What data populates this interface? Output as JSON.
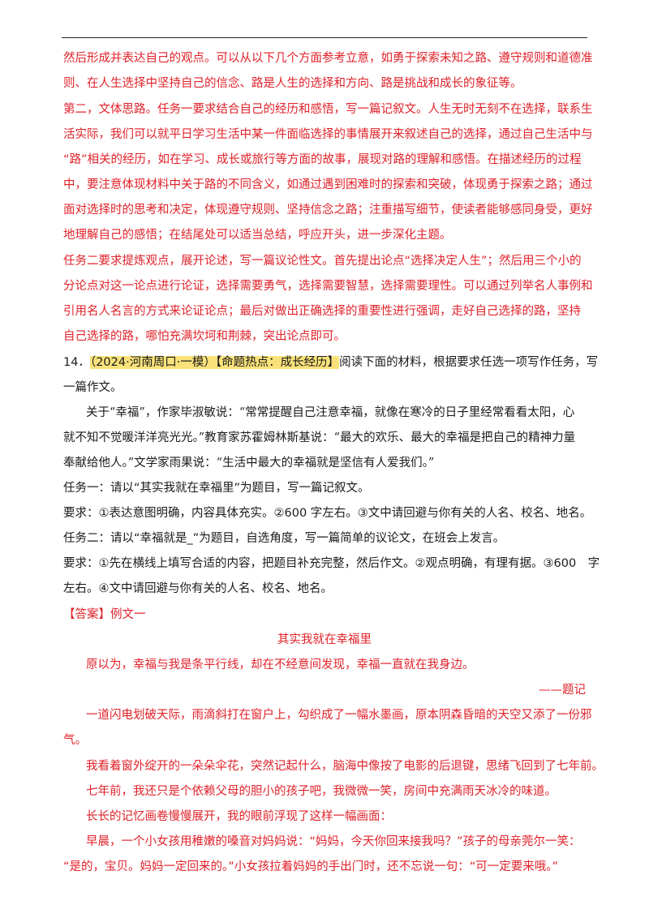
{
  "lines_top": [
    {
      "text": "然后形成并表达自己的观点。可以从以下几个方面参考立意，如勇于探索未知之路、遵守规则和道德准"
    },
    {
      "text": "则、在人生选择中坚持自己的信念、路是人生的选择和方向、路是挑战和成长的象征等。"
    },
    {
      "text": "第二，文体思路。任务一要求结合自己的经历和感悟，写一篇记叙文。人生无时无刻不在选择，联系生"
    },
    {
      "text": "活实际，我们可以就平日学习生活中某一件面临选择的事情展开来叙述自己的选择，通过自己生活中与"
    },
    {
      "text": "“路”相关的经历，如在学习、成长或旅行等方面的故事，展现对路的理解和感悟。在描述经历的过程"
    },
    {
      "text": "中，要注意体现材料中关于路的不同含义，如通过遇到困难时的探索和突破，体现勇于探索之路；通过"
    },
    {
      "text": "面对选择时的思考和决定，体现遵守规则、坚持信念之路；注重描写细节，使读者能够感同身受，更好"
    },
    {
      "text": "地理解自己的感悟；在结尾处可以适当总结，呼应开头，进一步深化主题。"
    },
    {
      "text": "任务二要求提炼观点，展开论述，写一篇议论性文。首先提出论点“选择决定人生”；然后用三个小的"
    },
    {
      "text": "分论点对这一论点进行论证，选择需要勇气，选择需要智慧，选择需要理性。可以通过列举名人事例和"
    },
    {
      "text": "引用名人名言的方式来论证论点；最后对做出正确选择的重要性进行强调，走好自己选择的路，坚持"
    },
    {
      "text": "自己选择的路，哪怕充满坎坷和荆棘，突出论点即可。"
    }
  ],
  "question": {
    "number": "14．",
    "source": "（2024·河南周口·一模）",
    "tag": "【命题热点：成长经历】",
    "prompt_a": "阅读下面的材料，根据要求任选一项写作任务，写",
    "prompt_b": "一篇作文。"
  },
  "material": [
    "关于“幸福”，作家毕淑敏说：“常常提醒自己注意幸福，就像在寒冷的日子里经常看看太阳，心",
    "就不知不觉暖洋洋亮光光。”教育家苏霍姆林斯基说：“最大的欢乐、最大的幸福是把自己的精神力量",
    "奉献给他人。”文学家雨果说：“生活中最大的幸福就是坚信有人爱我们。”"
  ],
  "tasks": [
    "任务一：请以“其实我就在幸福里”为题目，写一篇记叙文。",
    "要求：①表达意图明确，内容具体充实。②600 字左右。③文中请回避与你有关的人名、校名、地名。",
    "任务二：请以“幸福就是_”为题目，自选角度，写一篇简单的议论文，在班会上发言。",
    "要求：①先在横线上填写合适的内容，把题目补充完整，然后作文。②观点明确，有理有据。③600　字",
    "左右。④文中请回避与你有关的人名、校名、地名。"
  ],
  "answer": {
    "label": "【答案】",
    "example": "例文一",
    "essay_title": "其实我就在幸福里",
    "epigraph": "原以为，幸福与我是条平行线，却在不经意间发现，幸福一直就在我身边。",
    "epigraph_label": "——题记",
    "paragraphs": [
      "一道闪电划破天际，雨滴斜打在窗户上，勾织成了一幅水墨画，原本阴森昏暗的天空又添了一份邪",
      "气。",
      "我看着窗外绽开的一朵朵伞花，突然记起什么，脑海中像按了电影的后退键，思绪飞回到了七年前。",
      "七年前，我还只是个依赖父母的胆小的孩子吧，我微微一笑，房间中充满雨天冰冷的味道。",
      "长长的记忆画卷慢慢展开，我的眼前浮现了这样一幅画面：",
      "早晨，一个小女孩用稚嫩的嗓音对妈妈说：“妈妈，今天你回来接我吗？”孩子的母亲莞尔一笑：",
      "“是的，宝贝。妈妈一定回来的。”小女孩拉着妈妈的手出门时，还不忘说一句：“可一定要来哦。”"
    ]
  },
  "colors": {
    "answer_text": "#e0222a",
    "highlight": "#f9e27a",
    "body_text": "#1a1a1a"
  }
}
